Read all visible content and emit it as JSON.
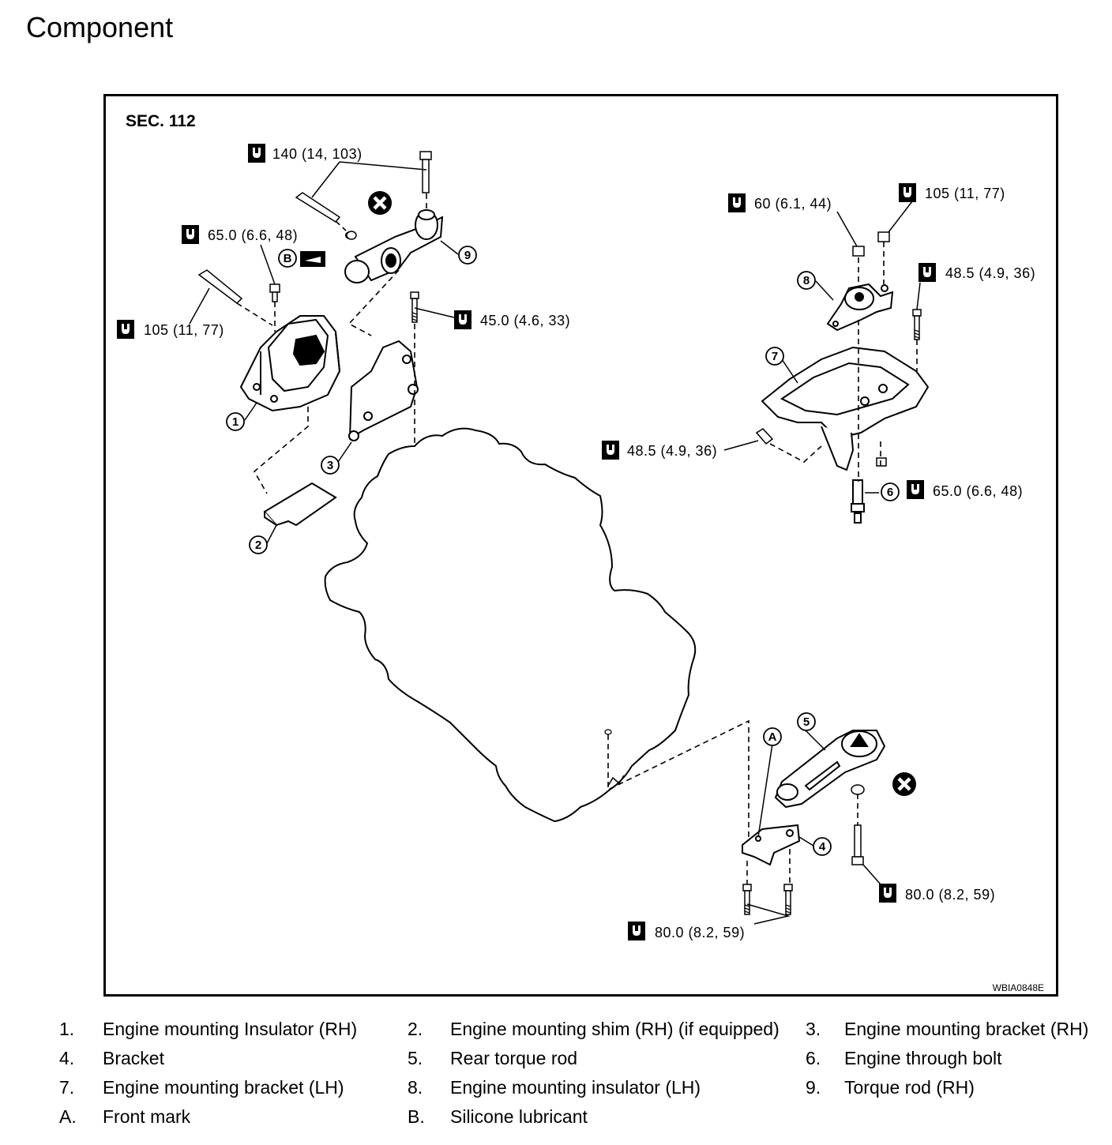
{
  "page": {
    "title": "Component"
  },
  "diagram": {
    "section": "SEC. 112",
    "figure_code": "WBIA0848E",
    "torques": {
      "t140": "140 (14, 103)",
      "t65a": "65.0 (6.6, 48)",
      "t105a": "105 (11, 77)",
      "t45": "45.0 (4.6, 33)",
      "t60": "60 (6.1, 44)",
      "t105b": "105 (11, 77)",
      "t485a": "48.5 (4.9, 36)",
      "t485b": "48.5 (4.9, 36)",
      "t65b": "65.0 (6.6, 48)",
      "t80a": "80.0 (8.2, 59)",
      "t80b": "80.0 (8.2, 59)"
    },
    "callouts": {
      "c1": "1",
      "c2": "2",
      "c3": "3",
      "c4": "4",
      "c5": "5",
      "c6": "6",
      "c7": "7",
      "c8": "8",
      "c9": "9",
      "cA": "A",
      "cB": "B"
    }
  },
  "legend": [
    [
      {
        "key": "1.",
        "label": "Engine mounting Insulator (RH)"
      },
      {
        "key": "2.",
        "label": "Engine mounting shim (RH) (if equipped)"
      },
      {
        "key": "3.",
        "label": "Engine mounting bracket (RH)"
      }
    ],
    [
      {
        "key": "4.",
        "label": "Bracket"
      },
      {
        "key": "5.",
        "label": "Rear torque rod"
      },
      {
        "key": "6.",
        "label": "Engine through bolt"
      }
    ],
    [
      {
        "key": "7.",
        "label": "Engine mounting bracket (LH)"
      },
      {
        "key": "8.",
        "label": "Engine mounting insulator (LH)"
      },
      {
        "key": "9.",
        "label": "Torque rod (RH)"
      }
    ],
    [
      {
        "key": "A.",
        "label": "Front mark"
      },
      {
        "key": "B.",
        "label": "Silicone lubricant"
      }
    ]
  ]
}
